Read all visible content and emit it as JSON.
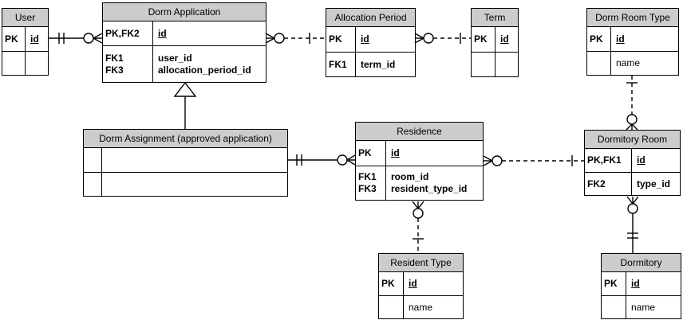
{
  "colors": {
    "entity_header_bg": "#cccccc",
    "entity_border": "#000000",
    "background": "#ffffff",
    "line": "#000000"
  },
  "entities": {
    "user": {
      "title": "User",
      "rows": [
        {
          "key": "PK",
          "attr": "id"
        },
        {
          "key": "",
          "attr": ""
        }
      ]
    },
    "dorm_application": {
      "title": "Dorm Application",
      "rows": [
        {
          "key": "PK,FK2",
          "attr": "id"
        },
        {
          "keys": [
            "FK1",
            "FK3"
          ],
          "attrs": [
            "user_id",
            "allocation_period_id"
          ]
        }
      ]
    },
    "allocation_period": {
      "title": "Allocation Period",
      "rows": [
        {
          "key": "PK",
          "attr": "id"
        },
        {
          "key": "FK1",
          "attr": "term_id"
        }
      ]
    },
    "term": {
      "title": "Term",
      "rows": [
        {
          "key": "PK",
          "attr": "id"
        },
        {
          "key": "",
          "attr": ""
        }
      ]
    },
    "dorm_room_type": {
      "title": "Dorm Room Type",
      "rows": [
        {
          "key": "PK",
          "attr": "id"
        },
        {
          "key": "",
          "attr": "name"
        }
      ]
    },
    "dorm_assignment": {
      "title": "Dorm Assignment (approved application)",
      "rows": [
        {
          "key": "",
          "attr": ""
        },
        {
          "key": "",
          "attr": ""
        }
      ]
    },
    "residence": {
      "title": "Residence",
      "rows": [
        {
          "key": "PK",
          "attr": "id"
        },
        {
          "keys": [
            "FK1",
            "FK3"
          ],
          "attrs": [
            "room_id",
            "resident_type_id"
          ]
        }
      ]
    },
    "dormitory_room": {
      "title": "Dormitory Room",
      "rows": [
        {
          "key": "PK,FK1",
          "attr": "id"
        },
        {
          "key": "FK2",
          "attr": "type_id"
        }
      ]
    },
    "resident_type": {
      "title": "Resident Type",
      "rows": [
        {
          "key": "PK",
          "attr": "id"
        },
        {
          "key": "",
          "attr": "name"
        }
      ]
    },
    "dormitory": {
      "title": "Dormitory",
      "rows": [
        {
          "key": "PK",
          "attr": "id"
        },
        {
          "key": "",
          "attr": "name"
        }
      ]
    }
  },
  "relationships": [
    {
      "from": "User",
      "to": "Dorm Application",
      "from_cardinality": "one-and-only-one",
      "to_cardinality": "zero-or-many",
      "line_style": "solid"
    },
    {
      "from": "Dorm Application",
      "to": "Allocation Period",
      "from_cardinality": "zero-or-many",
      "to_cardinality": "one",
      "line_style": "dashed"
    },
    {
      "from": "Allocation Period",
      "to": "Term",
      "from_cardinality": "zero-or-many",
      "to_cardinality": "one",
      "line_style": "dashed"
    },
    {
      "from": "Dorm Room Type",
      "to": "Dormitory Room",
      "from_cardinality": "one",
      "to_cardinality": "zero-or-many",
      "line_style": "dashed"
    },
    {
      "type": "subtype",
      "parent": "Dorm Application",
      "child": "Dorm Assignment (approved application)"
    },
    {
      "from": "Dorm Assignment (approved application)",
      "to": "Residence",
      "from_cardinality": "one-and-only-one",
      "to_cardinality": "zero-or-many",
      "line_style": "solid"
    },
    {
      "from": "Residence",
      "to": "Dormitory Room",
      "from_cardinality": "zero-or-many",
      "to_cardinality": "one",
      "line_style": "dashed"
    },
    {
      "from": "Residence",
      "to": "Resident Type",
      "from_cardinality": "zero-or-many",
      "to_cardinality": "one",
      "line_style": "dashed"
    },
    {
      "from": "Dormitory Room",
      "to": "Dormitory",
      "from_cardinality": "zero-or-many",
      "to_cardinality": "one-and-only-one",
      "line_style": "solid"
    }
  ]
}
